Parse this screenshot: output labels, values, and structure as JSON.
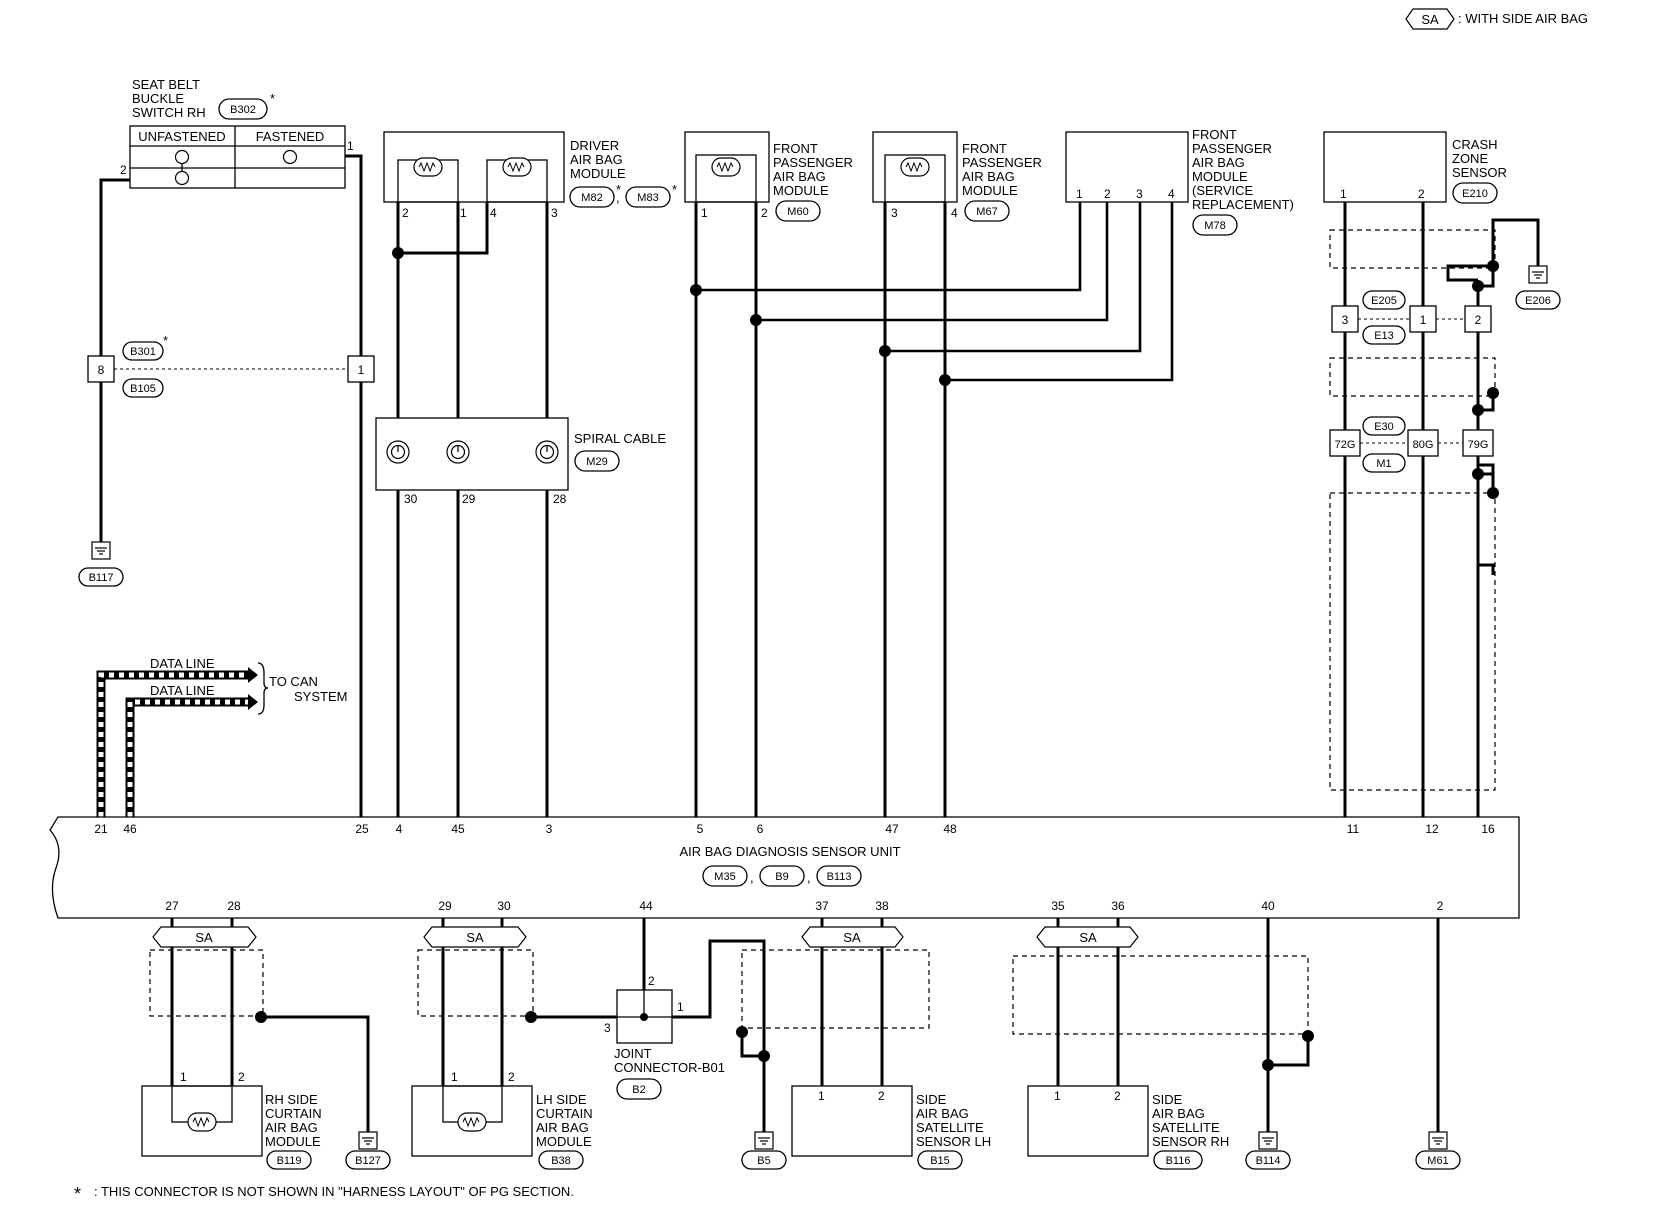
{
  "legend": {
    "badge": "SA",
    "text": ": WITH SIDE AIR BAG"
  },
  "footnote": {
    "star": "*",
    "text": ": THIS CONNECTOR IS NOT SHOWN IN \"HARNESS LAYOUT\" OF PG SECTION."
  },
  "seat_belt": {
    "label": [
      "SEAT BELT",
      "BUCKLE",
      "SWITCH RH"
    ],
    "connector": "B302",
    "star": "*",
    "col_unfastened": "UNFASTENED",
    "col_fastened": "FASTENED",
    "pin1": "1",
    "pin2": "2",
    "ground": "B117"
  },
  "inline_b301": {
    "top": "B301",
    "bottom": "B105",
    "star": "*",
    "pin_left": "8",
    "pin_right": "1"
  },
  "driver_airbag": {
    "label": [
      "DRIVER",
      "AIR BAG",
      "MODULE"
    ],
    "conn_a": "M82",
    "conn_b": "M83",
    "star": "*",
    "pins": [
      "2",
      "1",
      "4",
      "3"
    ]
  },
  "fp_airbag_m60": {
    "label": [
      "FRONT",
      "PASSENGER",
      "AIR BAG",
      "MODULE"
    ],
    "conn": "M60",
    "pins": [
      "1",
      "2"
    ]
  },
  "fp_airbag_m67": {
    "label": [
      "FRONT",
      "PASSENGER",
      "AIR BAG",
      "MODULE"
    ],
    "conn": "M67",
    "pins": [
      "3",
      "4"
    ]
  },
  "fp_airbag_m78": {
    "label": [
      "FRONT",
      "PASSENGER",
      "AIR BAG",
      "MODULE",
      "(SERVICE",
      "REPLACEMENT)"
    ],
    "conn": "M78",
    "pins": [
      "1",
      "2",
      "3",
      "4"
    ]
  },
  "crash_zone": {
    "label": [
      "CRASH",
      "ZONE",
      "SENSOR"
    ],
    "conn": "E210",
    "pins": [
      "1",
      "2"
    ],
    "ground": "E206"
  },
  "inline_e205": {
    "top": "E205",
    "bottom": "E13",
    "pins": [
      "3",
      "1",
      "2"
    ]
  },
  "inline_e30": {
    "top": "E30",
    "bottom": "M1",
    "pins": [
      "72G",
      "80G",
      "79G"
    ]
  },
  "spiral_cable": {
    "label": "SPIRAL CABLE",
    "conn": "M29",
    "pins": [
      "30",
      "29",
      "28"
    ]
  },
  "can": {
    "line1": "DATA LINE",
    "line2": "DATA LINE",
    "label": [
      "TO CAN",
      "SYSTEM"
    ]
  },
  "unit": {
    "label": "AIR BAG DIAGNOSIS SENSOR UNIT",
    "conns": [
      "M35",
      "B9",
      "B113"
    ],
    "top_pins": [
      "21",
      "46",
      "25",
      "4",
      "45",
      "3",
      "5",
      "6",
      "47",
      "48",
      "11",
      "12",
      "16"
    ],
    "bottom_pins": [
      "27",
      "28",
      "29",
      "30",
      "44",
      "37",
      "38",
      "35",
      "36",
      "40",
      "2"
    ]
  },
  "rh_curtain": {
    "label": [
      "RH SIDE",
      "CURTAIN",
      "AIR BAG",
      "MODULE"
    ],
    "conn": "B119",
    "pins": [
      "1",
      "2"
    ],
    "ground": "B127"
  },
  "lh_curtain": {
    "label": [
      "LH SIDE",
      "CURTAIN",
      "AIR BAG",
      "MODULE"
    ],
    "conn": "B38",
    "pins": [
      "1",
      "2"
    ]
  },
  "joint": {
    "label": [
      "JOINT",
      "CONNECTOR-B01"
    ],
    "conn": "B2",
    "pins": [
      "2",
      "1",
      "3"
    ],
    "ground": "B5"
  },
  "sat_lh": {
    "label": [
      "SIDE",
      "AIR BAG",
      "SATELLITE",
      "SENSOR LH"
    ],
    "conn": "B15",
    "pins": [
      "1",
      "2"
    ]
  },
  "sat_rh": {
    "label": [
      "SIDE",
      "AIR BAG",
      "SATELLITE",
      "SENSOR RH"
    ],
    "conn": "B116",
    "pins": [
      "1",
      "2"
    ],
    "ground": "B114"
  },
  "ground_m61": "M61",
  "sa_badge": "SA",
  "comma": ","
}
